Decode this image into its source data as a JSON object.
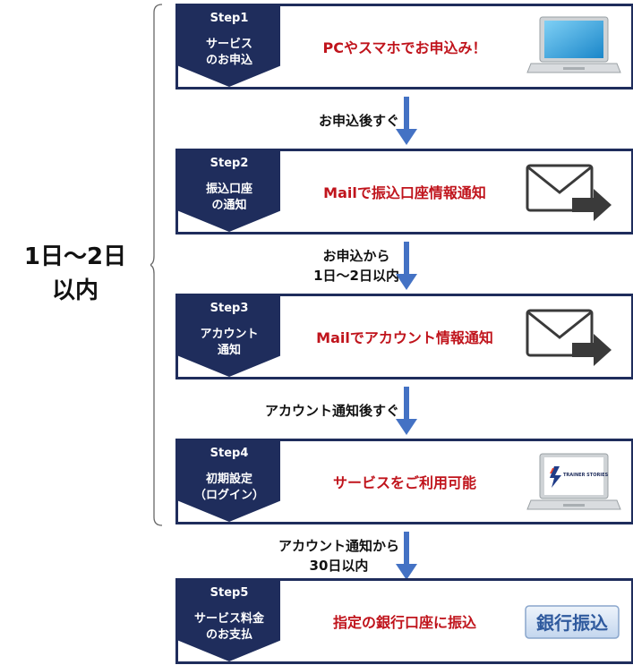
{
  "duration_label": [
    "1日～2日",
    "以内"
  ],
  "colors": {
    "navy": "#1f2d5c",
    "red": "#c0141c",
    "arrow": "#4472c4"
  },
  "steps": [
    {
      "num": "Step1",
      "name": "サービス\nのお申込",
      "desc": "PCやスマホでお申込み！",
      "icon": "laptop-icon"
    },
    {
      "num": "Step2",
      "name": "振込口座\nの通知",
      "desc": "Mailで振込口座情報通知",
      "icon": "mail-send-icon"
    },
    {
      "num": "Step3",
      "name": "アカウント\n通知",
      "desc": "Mailでアカウント情報通知",
      "icon": "mail-send-icon"
    },
    {
      "num": "Step4",
      "name": "初期設定\n（ログイン）",
      "desc": "サービスをご利用可能",
      "icon": "laptop-trainer-stories-icon",
      "icon_text": "TRAINER STORIES"
    },
    {
      "num": "Step5",
      "name": "サービス料金\nのお支払",
      "desc": "指定の銀行口座に振込",
      "icon": "bank-transfer-icon",
      "icon_text": "銀行振込"
    }
  ],
  "connectors": [
    {
      "lines": [
        "お申込後すぐ"
      ]
    },
    {
      "lines": [
        "お申込から",
        "1日～2日以内"
      ]
    },
    {
      "lines": [
        "アカウント通知後すぐ"
      ]
    },
    {
      "lines": [
        "アカウント通知から",
        "30日以内"
      ]
    }
  ]
}
